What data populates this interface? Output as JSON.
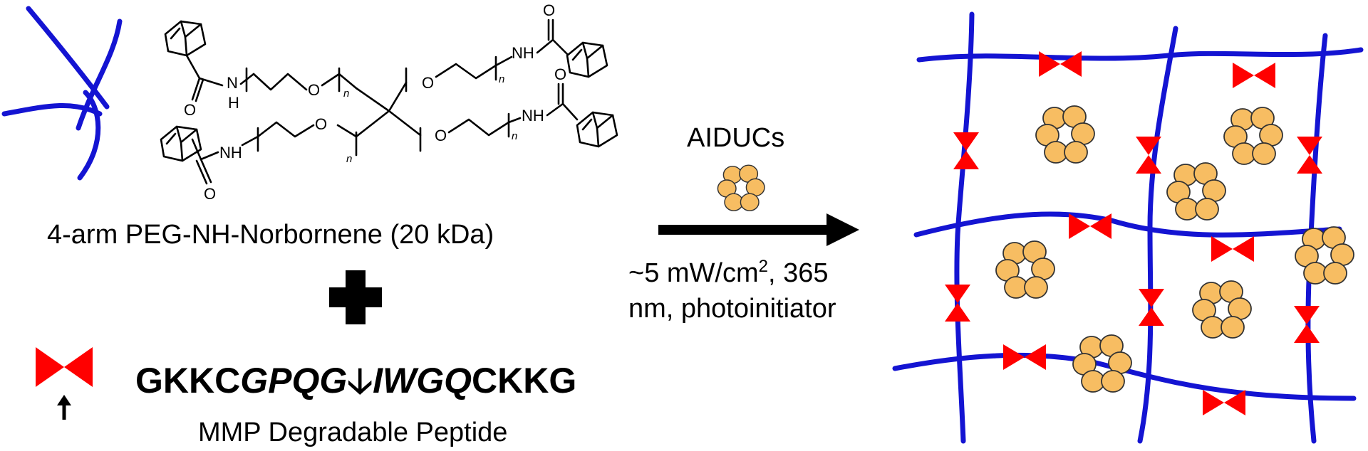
{
  "polymer_label": "4-arm PEG-NH-Norbornene (20 kDa)",
  "atoms": {
    "oxygen": "O",
    "amide_n": "NH",
    "amide_n_short": "N",
    "amide_h": "H",
    "repeat": "n"
  },
  "peptide": {
    "seg1": "GKKC",
    "seg2": "GPQG",
    "cleave_arrow": "🡣",
    "seg3": "IWGQ",
    "seg4": "CKKG",
    "label": "MMP Degradable Peptide"
  },
  "reaction": {
    "reagent": "AIDUCs",
    "condition_line1_a": "~5 mW/cm",
    "condition_line1_sup": "2",
    "condition_line1_b": ", 365",
    "condition_line2": "nm, photoinitiator"
  },
  "colors": {
    "polymer": "#1414d2",
    "crosslinker": "#ff0000",
    "cell": "#f7bd62"
  }
}
